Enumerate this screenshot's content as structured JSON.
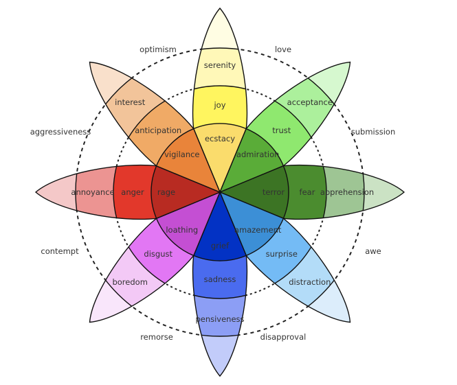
{
  "petals": [
    {
      "angle_deg": -90,
      "labels": [
        "ecstacy",
        "joy",
        "serenity"
      ],
      "colors": [
        "#fadc6c",
        "#fff55f",
        "#fff8b8",
        "#fffde3"
      ]
    },
    {
      "angle_deg": -45,
      "labels": [
        "admiration",
        "trust",
        "acceptance"
      ],
      "colors": [
        "#5aac38",
        "#8fe86f",
        "#acf09c",
        "#d6f8cf"
      ]
    },
    {
      "angle_deg": 0,
      "labels": [
        "terror",
        "fear",
        "apprehension"
      ],
      "colors": [
        "#3c7424",
        "#4b8c2f",
        "#9ec594",
        "#cbe2c4"
      ]
    },
    {
      "angle_deg": 45,
      "labels": [
        "amazement",
        "surprise",
        "distraction"
      ],
      "colors": [
        "#3c8fd6",
        "#74bbf5",
        "#b3dcf8",
        "#dcedfb"
      ]
    },
    {
      "angle_deg": 90,
      "labels": [
        "grief",
        "sadness",
        "pensiveness"
      ],
      "colors": [
        "#0332c4",
        "#4a6bef",
        "#8c9ef5",
        "#c2ccfa"
      ]
    },
    {
      "angle_deg": 135,
      "labels": [
        "loathing",
        "disgust",
        "boredom"
      ],
      "colors": [
        "#c44fd3",
        "#e277f4",
        "#f3c9f6",
        "#f9e6fb"
      ]
    },
    {
      "angle_deg": 180,
      "labels": [
        "rage",
        "anger",
        "annoyance"
      ],
      "colors": [
        "#b82b22",
        "#e2382b",
        "#ec9492",
        "#f4c8c8"
      ]
    },
    {
      "angle_deg": -135,
      "labels": [
        "vigilance",
        "anticipation",
        "interest"
      ],
      "colors": [
        "#e9843a",
        "#f0aa66",
        "#f2c49a",
        "#f9e0cb"
      ]
    }
  ],
  "dyads": [
    "love",
    "submission",
    "awe",
    "disapproval",
    "remorse",
    "contempt",
    "aggressiveness",
    "optimism"
  ]
}
